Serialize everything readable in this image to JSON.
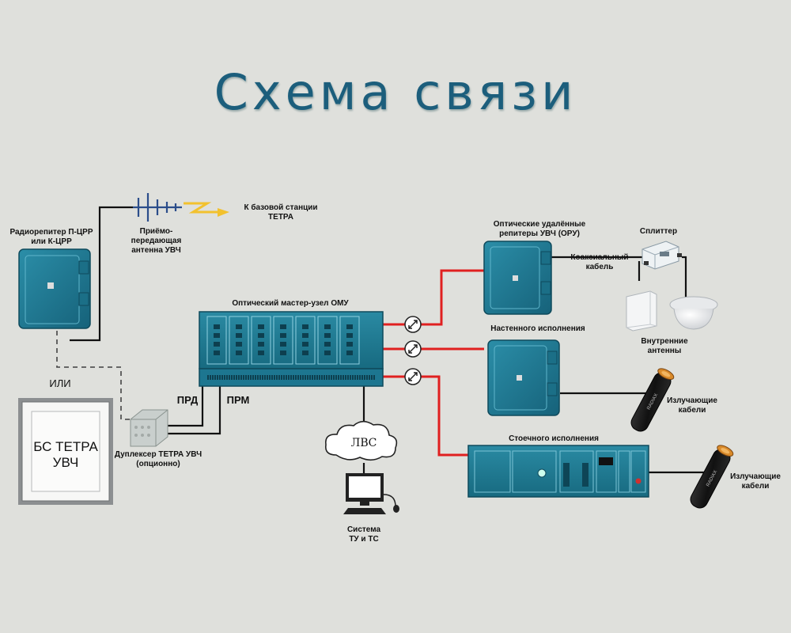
{
  "title": "Схема связи",
  "labels": {
    "radio_repeater": "Радиорепитер П-ЦРР\nили К-ЦРР",
    "antenna": "Приёмо-\nпередающая\nантенна УВЧ",
    "base_station": "К базовой станции\nТЕТРА",
    "omu": "Оптический мастер-узел ОМУ",
    "oru": "Оптические удалённые\nрепитеры УВЧ (ОРУ)",
    "splitter": "Сплиттер",
    "coax": "Коаксиальный\nкабель",
    "indoor_antennas": "Внутренние\nантенны",
    "wall_mount": "Настенного исполнения",
    "radiating_cables_1": "Излучающие\nкабели",
    "rack_mount": "Стоечного исполнения",
    "radiating_cables_2": "Излучающие\nкабели",
    "or": "ИЛИ",
    "bs_tetra": "БС ТЕТРА\nУВЧ",
    "prd": "ПРД",
    "prm": "ПРМ",
    "duplexer": "Дуплексер ТЕТРА УВЧ\n(опционно)",
    "lan": "ЛВС",
    "system": "Система\nТУ и ТС"
  },
  "colors": {
    "title": "#1c5e7c",
    "device": "#1e7891",
    "fiber": "#e02020",
    "wire": "#111111",
    "background": "#dfe0dc",
    "lightning": "#f2c12e"
  },
  "icons": [
    "repeater-icon",
    "antenna-icon",
    "lightning-icon",
    "rack-icon",
    "optical-converter-icon",
    "splitter-icon",
    "panel-antenna-icon",
    "ceiling-antenna-icon",
    "radiating-cable-icon",
    "duplexer-icon",
    "cloud-icon",
    "computer-icon",
    "base-station-frame"
  ]
}
